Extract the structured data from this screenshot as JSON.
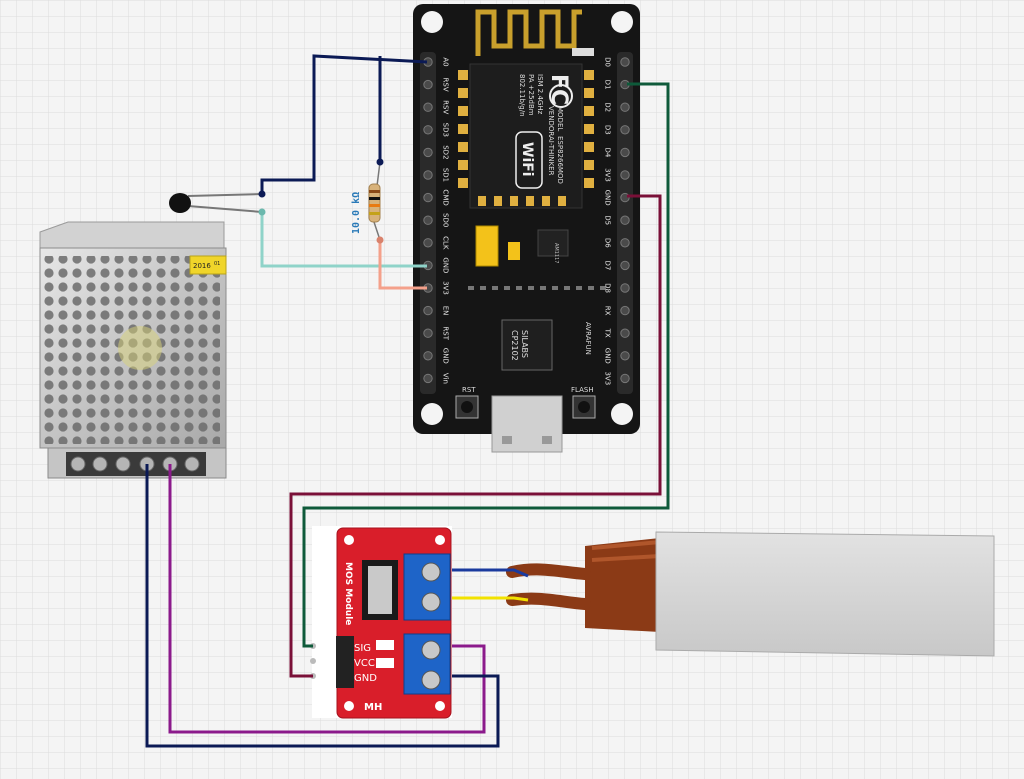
{
  "nodemcu": {
    "left_pins": [
      "A0",
      "RSV",
      "RSV",
      "SD3",
      "SD2",
      "SD1",
      "CMD",
      "SD0",
      "CLK",
      "GND",
      "3V3",
      "EN",
      "RST",
      "GND",
      "Vin"
    ],
    "right_pins": [
      "D0",
      "D1",
      "D2",
      "D3",
      "D4",
      "3V3",
      "GND",
      "D5",
      "D6",
      "D7",
      "D8",
      "RX",
      "TX",
      "GND",
      "3V3"
    ],
    "module_lines": [
      "MODEL",
      "VENDOR",
      "ISM 2.4GHz",
      "PA +25dBm",
      "802.11b/g/n"
    ],
    "module_lines_right": [
      "ESP8266MOD",
      "AI-THINKER"
    ],
    "fcc": "FC",
    "wifi": "WiFi",
    "regulator": "AM1117",
    "usb_chip": [
      "SILABS",
      "CP2102"
    ],
    "brand": "AVRAFUN",
    "rst": "RST",
    "flash": "FLASH"
  },
  "resistor": {
    "label": "10.0 kΩ"
  },
  "power_supply": {
    "label_lines": [
      "2016",
      "01"
    ]
  },
  "mos_module": {
    "title": "MOS Module",
    "pins": [
      "SIG",
      "VCC",
      "GND"
    ],
    "brand": "MH"
  },
  "colors": {
    "navy": "#0b1a55",
    "teal": "#8fd3c9",
    "salmon": "#f4a08a",
    "green": "#0e5a3a",
    "maroon": "#7a1038",
    "purple": "#8b1a8b",
    "blue": "#1a3a9e",
    "yellow": "#f2e200"
  }
}
